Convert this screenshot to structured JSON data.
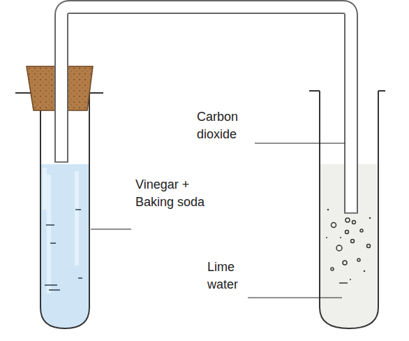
{
  "diagram": {
    "labels": [
      "Carbon dioxide",
      "Vinegar + Baking soda",
      "Lime water"
    ]
  }
}
